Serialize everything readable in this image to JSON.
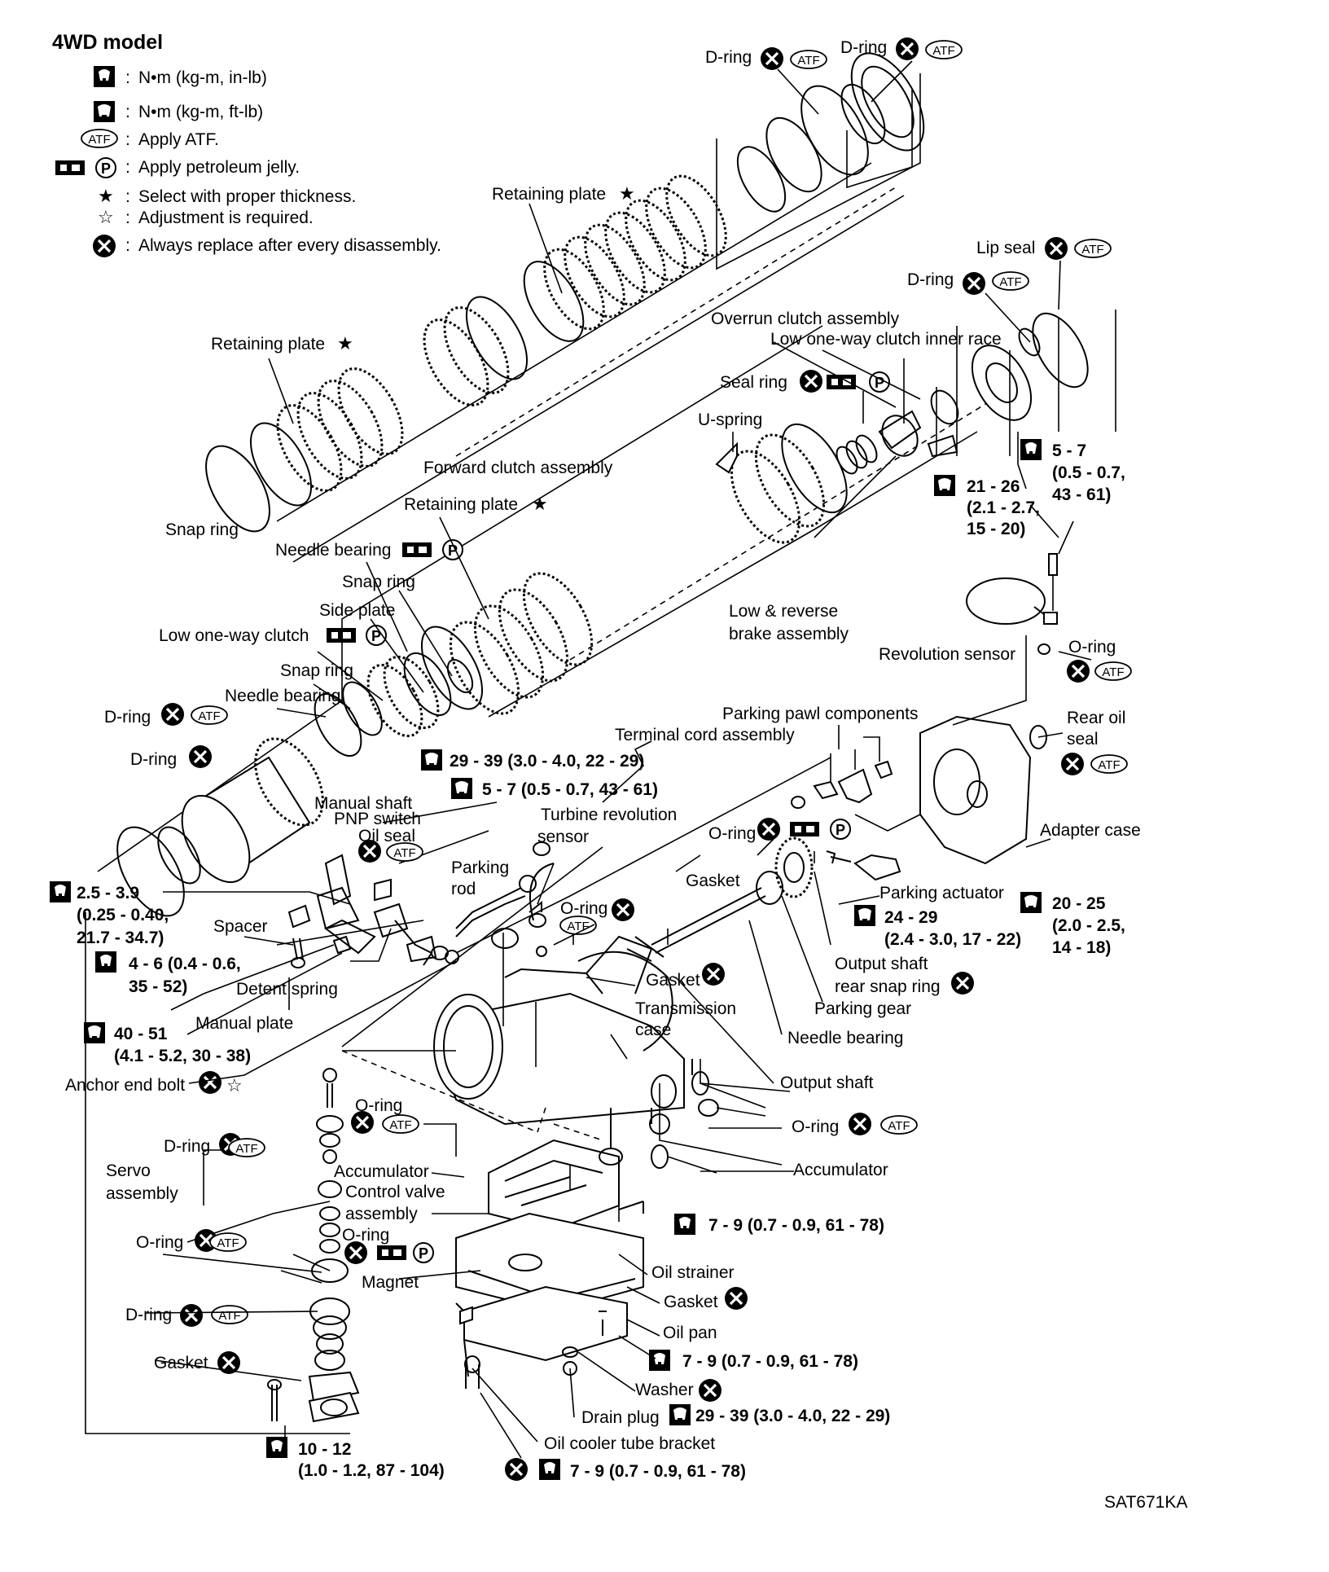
{
  "header": {
    "title": "4WD model"
  },
  "legend": [
    {
      "icon": "torque-wrench-icon",
      "sep": ":",
      "text": "N•m (kg-m, in-lb)"
    },
    {
      "icon": "torque-wrench-icon",
      "sep": ":",
      "text": "N•m (kg-m, ft-lb)"
    },
    {
      "icon": "atf-icon",
      "sep": ":",
      "text": "Apply ATF."
    },
    {
      "icon": "petroleum-jelly-icon",
      "sep": ":",
      "text": "Apply petroleum jelly."
    },
    {
      "icon": "black-star-icon",
      "sep": ":",
      "text": "Select with proper thickness."
    },
    {
      "icon": "white-star-icon",
      "sep": ":",
      "text": "Adjustment is required."
    },
    {
      "icon": "replace-icon",
      "sep": ":",
      "text": "Always replace after every disassembly."
    }
  ],
  "symbols": {
    "atf": "ATF",
    "jelly": "P",
    "star_black": "★",
    "star_white": "☆"
  },
  "labels": {
    "d_ring_top1": "D-ring",
    "d_ring_top2": "D-ring",
    "retaining_plate_top": "Retaining plate",
    "lip_seal": "Lip seal",
    "d_ring_right": "D-ring",
    "overrun_clutch": "Overrun clutch assembly",
    "low_oneway_inner": "Low one-way clutch inner race",
    "retaining_plate_left": "Retaining plate",
    "seal_ring": "Seal ring",
    "u_spring": "U-spring",
    "forward_clutch": "Forward clutch assembly",
    "retaining_plate_mid": "Retaining plate",
    "snap_ring_left": "Snap ring",
    "needle_bearing_top": "Needle bearing",
    "snap_ring_mid": "Snap ring",
    "side_plate": "Side plate",
    "low_oneway_clutch": "Low one-way clutch",
    "snap_ring_low": "Snap ring",
    "needle_bearing_low": "Needle bearing",
    "d_ring_left1": "D-ring",
    "d_ring_left2": "D-ring",
    "low_reverse_1": "Low & reverse",
    "low_reverse_2": "brake assembly",
    "revolution_sensor": "Revolution sensor",
    "o_ring_sensor": "O-ring",
    "rear_oil_seal_1": "Rear oil",
    "rear_oil_seal_2": "seal",
    "parking_pawl": "Parking pawl components",
    "terminal_cord": "Terminal cord assembly",
    "manual_shaft": "Manual shaft",
    "pnp_switch": "PNP switch",
    "oil_seal": "Oil seal",
    "turbine_rev_1": "Turbine revolution",
    "turbine_rev_2": "sensor",
    "o_ring_mid": "O-ring",
    "adapter_case": "Adapter case",
    "parking_rod_1": "Parking",
    "parking_rod_2": "rod",
    "gasket_mid": "Gasket",
    "o_ring_turbine": "O-ring",
    "parking_actuator": "Parking actuator",
    "spacer": "Spacer",
    "detent_spring": "Detent spring",
    "manual_plate": "Manual plate",
    "gasket_case": "Gasket",
    "transmission_case_1": "Transmission",
    "transmission_case_2": "case",
    "output_shaft_snap_1": "Output shaft",
    "output_shaft_snap_2": "rear snap ring",
    "parking_gear": "Parking gear",
    "needle_bearing_out": "Needle bearing",
    "anchor_end_bolt": "Anchor end bolt",
    "output_shaft": "Output shaft",
    "o_ring_acc": "O-ring",
    "o_ring_right": "O-ring",
    "d_ring_servo": "D-ring",
    "servo_1": "Servo",
    "servo_2": "assembly",
    "accumulator_left": "Accumulator",
    "control_valve_1": "Control valve",
    "control_valve_2": "assembly",
    "accumulator_right": "Accumulator",
    "o_ring_cv": "O-ring",
    "o_ring_servo": "O-ring",
    "magnet": "Magnet",
    "oil_strainer": "Oil strainer",
    "gasket_pan": "Gasket",
    "oil_pan": "Oil pan",
    "d_ring_servo2": "D-ring",
    "gasket_servo": "Gasket",
    "washer": "Washer",
    "drain_plug": "Drain plug",
    "oil_cooler_bracket": "Oil cooler tube bracket"
  },
  "torques": {
    "t_5_7_a": "5 - 7",
    "t_5_7_b": "(0.5 - 0.7,",
    "t_5_7_c": "43 - 61)",
    "t_21_26_a": "21 - 26",
    "t_21_26_b": "(2.1 - 2.7,",
    "t_21_26_c": "15 - 20)",
    "t_29_39_mid": "29 - 39 (3.0 - 4.0, 22 - 29)",
    "t_5_7_mid": "5 - 7 (0.5 - 0.7, 43 - 61)",
    "t_2_5_a": "2.5 - 3.9",
    "t_2_5_b": "(0.25 - 0.40,",
    "t_2_5_c": "21.7 - 34.7)",
    "t_4_6_a": "4 - 6 (0.4 - 0.6,",
    "t_4_6_b": "35 - 52)",
    "t_24_29_a": "24 - 29",
    "t_24_29_b": "(2.4 - 3.0, 17 - 22)",
    "t_20_25_a": "20 - 25",
    "t_20_25_b": "(2.0 - 2.5,",
    "t_20_25_c": "14 - 18)",
    "t_40_51_a": "40 - 51",
    "t_40_51_b": "(4.1 - 5.2, 30 - 38)",
    "t_7_9_a": "7 - 9 (0.7 - 0.9, 61 - 78)",
    "t_7_9_b": "7 - 9 (0.7 - 0.9, 61 - 78)",
    "t_29_39_drain": "29 - 39 (3.0 - 4.0, 22 - 29)",
    "t_10_12_a": "10 - 12",
    "t_10_12_b": "(1.0 - 1.2, 87 - 104)",
    "t_7_9_c": "7 - 9 (0.7 - 0.9, 61 - 78)"
  },
  "footer": {
    "code": "SAT671KA"
  }
}
